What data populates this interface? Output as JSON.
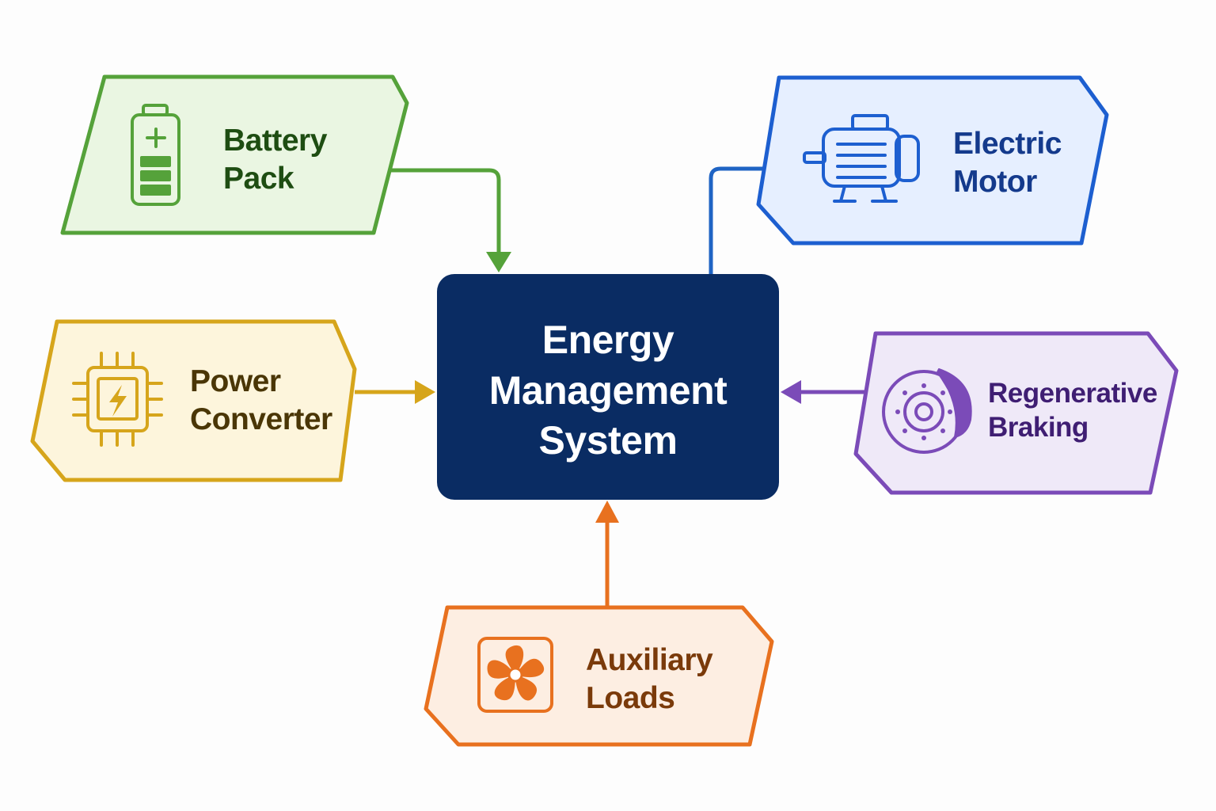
{
  "center": {
    "lines": [
      "Energy",
      "Management",
      "System"
    ],
    "fill": "#0a2c63"
  },
  "nodes": {
    "battery": {
      "lines": [
        "Battery",
        "Pack"
      ],
      "icon": "battery-icon",
      "color": "#55a23a",
      "fill": "#eaf6e2",
      "flow": "to-center"
    },
    "motor": {
      "lines": [
        "Electric",
        "Motor"
      ],
      "icon": "electric-motor-icon",
      "color": "#1d5fd0",
      "fill": "#e6efff",
      "flow": "line"
    },
    "power": {
      "lines": [
        "Power",
        "Converter"
      ],
      "icon": "chip-lightning-icon",
      "color": "#d6a51b",
      "fill": "#fdf5dc",
      "flow": "to-center"
    },
    "regen": {
      "lines": [
        "Regenerative",
        "Braking"
      ],
      "icon": "brake-disc-icon",
      "color": "#7b4bb8",
      "fill": "#efe9f8",
      "flow": "to-center"
    },
    "aux": {
      "lines": [
        "Auxiliary",
        "Loads"
      ],
      "icon": "fan-icon",
      "color": "#e8711f",
      "fill": "#fdeee2",
      "flow": "to-center"
    }
  }
}
